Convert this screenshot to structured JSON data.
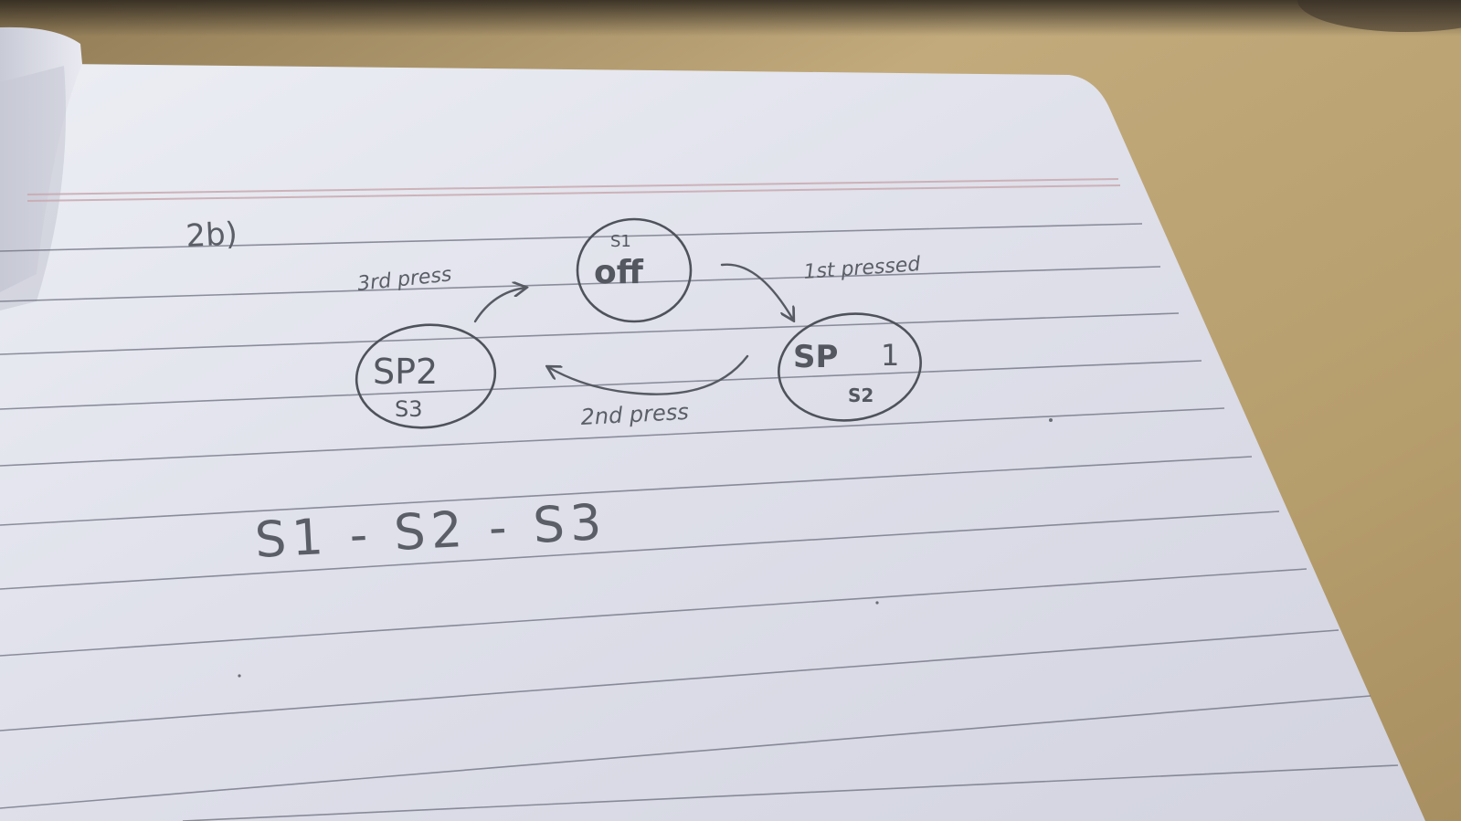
{
  "notebook": {
    "question_number": "2b)",
    "sequence_text": "S1 - S2 - S3"
  },
  "diagram": {
    "states": {
      "off": {
        "label": "off",
        "sublabel": "S1"
      },
      "sp1": {
        "label": "SP",
        "number": "1",
        "sublabel": "S2"
      },
      "sp2": {
        "label": "SP2",
        "sublabel": "S3"
      }
    },
    "transitions": {
      "first": {
        "label": "1st pressed"
      },
      "second": {
        "label": "2nd press"
      },
      "third": {
        "label": "3rd press"
      }
    }
  },
  "colors": {
    "desk": "#b79f6f",
    "page": "#e4e5ee",
    "rule_line": "#6d6f7e",
    "margin_line": "#c9a9b0",
    "pencil": "#5b5e66"
  }
}
